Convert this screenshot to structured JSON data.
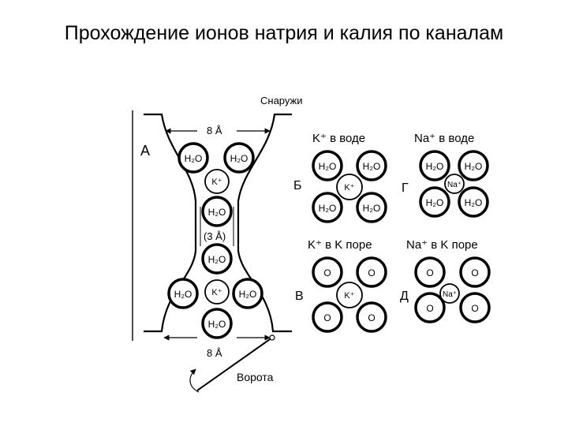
{
  "title": "Прохождение ионов натрия и калия по каналам",
  "channel": {
    "panel_letter": "А",
    "outside_label": "Снаружи",
    "top_width_label": "8 Å",
    "narrow_label": "(3 Å)",
    "bottom_width_label": "8 Å",
    "gate_label": "Ворота",
    "molecules": {
      "water": "H₂O",
      "potassium": "K⁺"
    }
  },
  "panels": {
    "b": {
      "letter": "Б",
      "title": "K⁺ в воде",
      "water": "H₂O",
      "ion": "K⁺"
    },
    "g": {
      "letter": "Г",
      "title": "Na⁺ в воде",
      "water": "H₂O",
      "ion": "Na⁺"
    },
    "v": {
      "letter": "В",
      "title": "K⁺ в K поре",
      "oxygen": "O",
      "ion": "K⁺"
    },
    "d": {
      "letter": "Д",
      "title": "Na⁺ в K поре",
      "oxygen": "O",
      "ion": "Na⁺"
    }
  }
}
